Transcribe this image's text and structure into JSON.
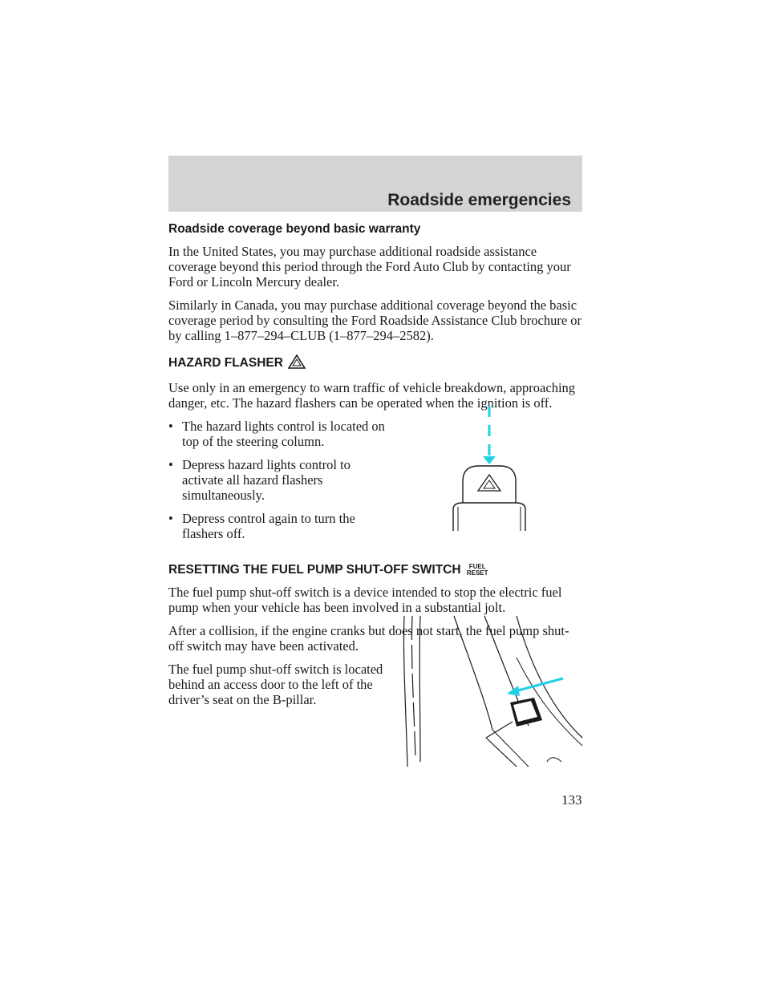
{
  "header": {
    "title": "Roadside emergencies"
  },
  "sections": {
    "coverage": {
      "heading": "Roadside coverage beyond basic warranty",
      "para1": "In the United States, you may purchase additional roadside assistance coverage beyond this period through the Ford Auto Club by contacting your Ford or Lincoln Mercury dealer.",
      "para2": "Similarly in Canada, you may purchase additional coverage beyond the basic coverage period by consulting the Ford Roadside Assistance Club brochure or by calling 1–877–294–CLUB (1–877–294–2582)."
    },
    "hazard": {
      "heading": "HAZARD FLASHER",
      "icon": "hazard-triangle-icon",
      "intro": "Use only in an emergency to warn traffic of vehicle breakdown, approaching danger, etc. The hazard flashers can be operated when the ignition is off.",
      "bullets": [
        "The hazard lights control is located on top of the steering column.",
        "Depress hazard lights control to activate all hazard flashers simultaneously.",
        "Depress control again to turn the flashers off."
      ],
      "bullet_char": "•"
    },
    "fuel": {
      "heading": "RESETTING THE FUEL PUMP SHUT-OFF SWITCH",
      "icon_line1": "FUEL",
      "icon_line2": "RESET",
      "para1": "The fuel pump shut-off switch is a device intended to stop the electric fuel pump when your vehicle has been involved in a substantial jolt.",
      "para2": "After a collision, if the engine cranks but does not start, the fuel pump shut-off switch may have been activated.",
      "para3": "The fuel pump shut-off switch is located behind an access door to the left of the driver’s seat on the B-pillar."
    }
  },
  "colors": {
    "accent_arrow": "#1fd0e6",
    "header_band": "#d4d4d4"
  },
  "footer": {
    "page_number": "133"
  }
}
